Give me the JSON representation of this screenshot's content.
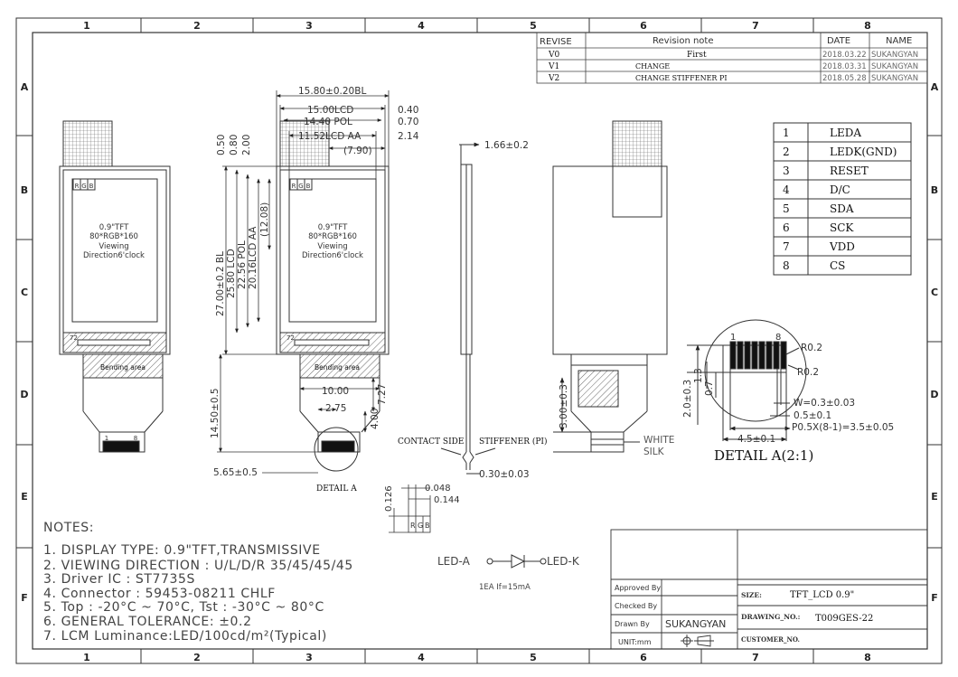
{
  "frame": {
    "cols": [
      "1",
      "2",
      "3",
      "4",
      "5",
      "6",
      "7",
      "8"
    ],
    "rows": [
      "A",
      "B",
      "C",
      "D",
      "E",
      "F"
    ]
  },
  "revision": {
    "headers": [
      "REVISE",
      "Revision note",
      "DATE",
      "NAME"
    ],
    "rows": [
      {
        "rev": "V0",
        "note": "First",
        "date": "2018.03.22",
        "name": "SUKANGYAN"
      },
      {
        "rev": "V1",
        "note": "CHANGE",
        "date": "2018.03.31",
        "name": "SUKANGYAN"
      },
      {
        "rev": "V2",
        "note": "CHANGE STIFFENER PI",
        "date": "2018.05.28",
        "name": "SUKANGYAN"
      }
    ]
  },
  "pins": [
    {
      "no": "1",
      "name": "LEDA"
    },
    {
      "no": "2",
      "name": "LEDK(GND)"
    },
    {
      "no": "3",
      "name": "RESET"
    },
    {
      "no": "4",
      "name": "D/C"
    },
    {
      "no": "5",
      "name": "SDA"
    },
    {
      "no": "6",
      "name": "SCK"
    },
    {
      "no": "7",
      "name": "VDD"
    },
    {
      "no": "8",
      "name": "CS"
    }
  ],
  "panel": {
    "rgb": [
      "R",
      "G",
      "B"
    ],
    "text1": "0.9\"TFT",
    "text2": "80*RGB*160",
    "text3": "Viewing",
    "text4": "Direction6'clock",
    "fpc_num_left": "72",
    "bending": "Bending area",
    "pin1": "1",
    "pin8": "8"
  },
  "dims": {
    "bl_w": "15.80±0.20BL",
    "lcd_w": "15.00LCD",
    "d040": "0.40",
    "pol_w": "14.40 POL",
    "d070": "0.70",
    "aa_w": "11.52LCD AA",
    "d214": "2.14",
    "d790": "(7.90)",
    "d050": "0.50",
    "d080": "0.80",
    "d200": "2.00",
    "h_bl": "27.00±0.2 BL",
    "h_lcd": "25.80 LCD",
    "h_pol": "22.56 POL",
    "h_aa": "20.16LCD AA",
    "h_1208": "(12.08)",
    "fpc_w": "10.00",
    "d727": "7.27",
    "d275": "2.75",
    "d400": "4.00",
    "h_fpc": "14.50±0.5",
    "d565": "5.65±0.5",
    "detail_a": "DETAIL A",
    "d166": "1.66±0.2",
    "d030": "0.30±0.03",
    "contact": "CONTACT SIDE",
    "stiff": "STIFFENER (PI)",
    "d300": "3.00±0.3",
    "white": "WHITE",
    "silk": "SILK",
    "d0048": "0.048",
    "d0144": "0.144",
    "d0126": "0.126"
  },
  "detail": {
    "title": "DETAIL A(2:1)",
    "p1": "1",
    "p8": "8",
    "r02a": "R0.2",
    "r02b": "R0.2",
    "d20": "2.0±0.3",
    "d13": "1.3",
    "d07": "0.7",
    "w": "W=0.3±0.03",
    "d05": "0.5±0.1",
    "pitch": "P0.5X(8-1)=3.5±0.05",
    "d45": "4.5±0.1"
  },
  "led": {
    "a": "LED-A",
    "k": "LED-K",
    "cur": "1EA   If=15mA"
  },
  "notes": {
    "title": "NOTES:",
    "items": [
      "1. DISPLAY TYPE: 0.9\"TFT,TRANSMISSIVE",
      "2. VIEWING DIRECTION : U/L/D/R 35/45/45/45",
      "3. Driver IC : ST7735S",
      "4. Connector : 59453-08211 CHLF",
      "5. Top : -20°C ~ 70°C, Tst : -30°C ~ 80°C",
      "6. GENERAL TOLERANCE: ±0.2",
      "7. LCM Luminance:LED/100cd/m²(Typical)"
    ]
  },
  "title_block": {
    "approved": "Approved By",
    "checked": "Checked By",
    "drawn": "Drawn By",
    "drawn_name": "SUKANGYAN",
    "unit": "UNIT:mm",
    "size_label": "SIZE:",
    "size_val": "TFT_LCD  0.9\"",
    "dwg_label": "DRAWING_NO.:",
    "dwg_val": "T009GES-22",
    "cust_label": "CUSTOMER_NO."
  }
}
